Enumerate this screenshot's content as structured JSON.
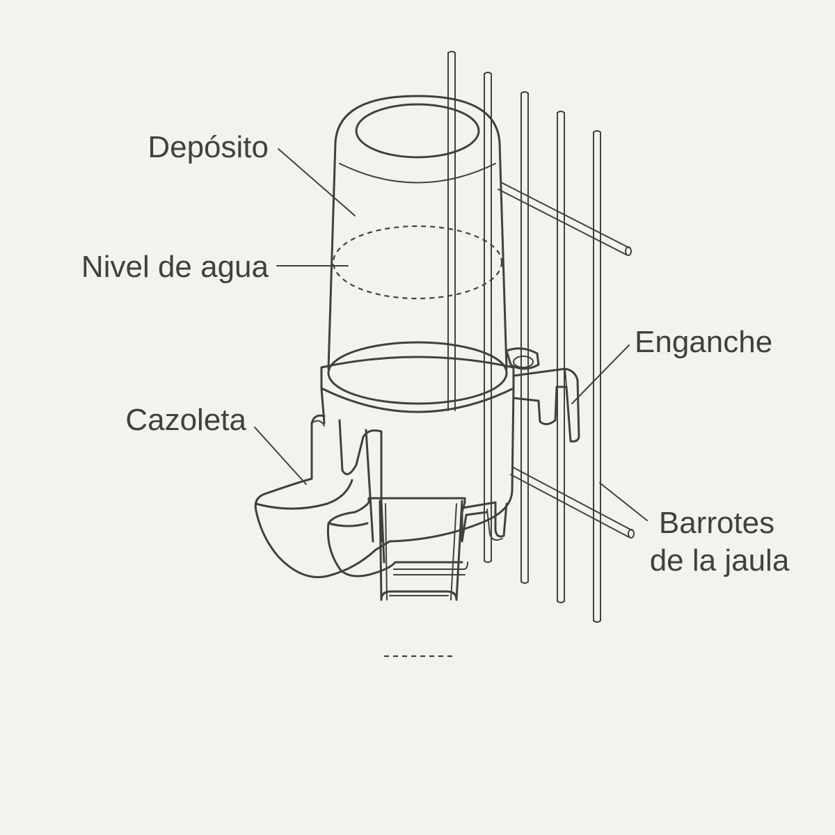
{
  "labels": {
    "deposito": "Depósito",
    "nivel_agua": "Nivel de agua",
    "enganche": "Enganche",
    "cazoleta": "Cazoleta",
    "barrotes_line1": "Barrotes",
    "barrotes_line2": "de la jaula"
  },
  "colors": {
    "background": "#f3f2ec",
    "ink": "#3f413e"
  }
}
